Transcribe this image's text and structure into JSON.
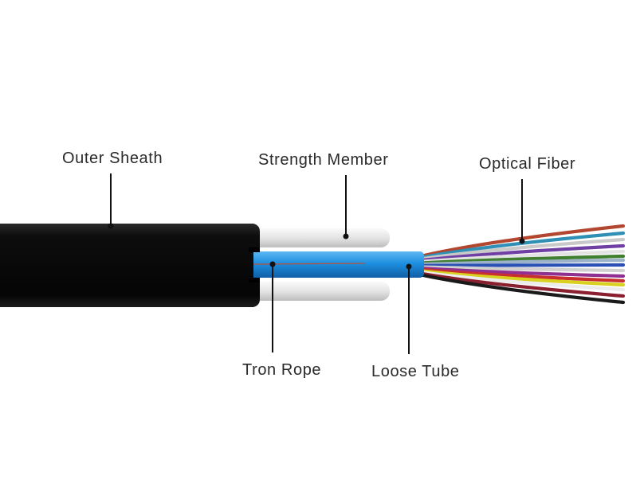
{
  "labels": {
    "outer_sheath": "Outer Sheath",
    "strength_member": "Strength Member",
    "optical_fiber": "Optical Fiber",
    "tron_rope": "Tron Rope",
    "loose_tube": "Loose Tube"
  },
  "colors": {
    "sheath": "#0b0b0b",
    "strength_member": "#e6e6e6",
    "loose_tube": "#1e8fe0",
    "tron_rope": "#b5533c",
    "leader_line": "#111111",
    "fibers": [
      "#b2462f",
      "#2f8fb5",
      "#c9c9c9",
      "#6f3fa3",
      "#e3e3e3",
      "#3f7f2f",
      "#9bb2c9",
      "#2a4fb5",
      "#d0d0d0",
      "#8f2f8f",
      "#c92f2f",
      "#d9d11f",
      "#ececec",
      "#8a1f2f",
      "#1a1a1a"
    ]
  }
}
